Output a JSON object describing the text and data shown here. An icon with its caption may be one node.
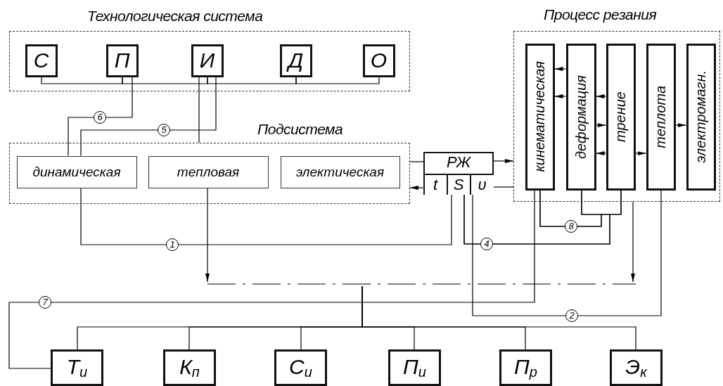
{
  "diagram": {
    "nodes": [
      {
        "text": [
          "Технологическая система"
        ]
      },
      {
        "text": [
          "С"
        ],
        "in": 0
      },
      {
        "text": [
          "П"
        ],
        "in": 0
      },
      {
        "text": [
          "И"
        ],
        "in": 0
      },
      {
        "text": [
          "Д"
        ],
        "in": 0
      },
      {
        "text": [
          "О"
        ],
        "in": 0
      },
      {
        "text": [
          "Подсистема"
        ]
      },
      {
        "text": [
          "динамическая"
        ],
        "in": 6
      },
      {
        "text": [
          "тепловая"
        ],
        "in": 6
      },
      {
        "text": [
          "электическая"
        ],
        "in": 6
      },
      {
        "text": [
          "Процесс резания"
        ]
      },
      {
        "text": [
          "кинематическая"
        ],
        "in": 10
      },
      {
        "text": [
          "деформация"
        ],
        "in": 10
      },
      {
        "text": [
          "трение"
        ],
        "in": 10
      },
      {
        "text": [
          "теплота"
        ],
        "in": 10
      },
      {
        "text": [
          "электромагн."
        ],
        "in": 10
      },
      {
        "text": [
          "РЖ"
        ]
      },
      {
        "text": [
          "t"
        ],
        "in": 16
      },
      {
        "text": [
          "S"
        ],
        "in": 16
      },
      {
        "text": [
          "υ"
        ],
        "in": 16
      },
      {
        "text": [],
        "shape": "bar"
      },
      {
        "text": [
          "Т$_{и}$"
        ]
      },
      {
        "text": [
          "К$_{п}$"
        ]
      },
      {
        "text": [
          "С$_{и}$"
        ]
      },
      {
        "text": [
          "П$_{и}$"
        ]
      },
      {
        "text": [
          "П$_{р}$"
        ]
      },
      {
        "text": [
          "Э$_{к}$"
        ]
      }
    ],
    "edges": [
      {
        "from": 1,
        "to": 2,
        "arrow": "none"
      },
      {
        "from": 2,
        "to": 3,
        "arrow": "none"
      },
      {
        "from": 3,
        "to": 4,
        "arrow": "none"
      },
      {
        "from": 4,
        "to": 5,
        "arrow": "none"
      },
      {
        "from": 2,
        "to": 7,
        "arrow": "none",
        "label": "6"
      },
      {
        "from": 3,
        "to": 7,
        "arrow": "none",
        "label": "5"
      },
      {
        "from": 3,
        "to": 6,
        "arrow": "none"
      },
      {
        "from": 7,
        "to": 18,
        "arrow": "none",
        "label": "1"
      },
      {
        "from": 8,
        "to": 20,
        "arrow": "to"
      },
      {
        "from": 6,
        "to": 16,
        "arrow": "none"
      },
      {
        "from": 16,
        "to": 10,
        "arrow": "to"
      },
      {
        "from": 17,
        "to": 6,
        "arrow": "to"
      },
      {
        "from": 19,
        "to": 10,
        "arrow": "none"
      },
      {
        "from": 18,
        "to": 12,
        "arrow": "none",
        "label": "4"
      },
      {
        "from": 18,
        "to": 13,
        "arrow": "none"
      },
      {
        "from": 11,
        "to": 12,
        "arrow": "none",
        "label": "8"
      },
      {
        "from": 11,
        "to": 13,
        "arrow": "none"
      },
      {
        "from": 19,
        "to": 14,
        "arrow": "none",
        "label": "2"
      },
      {
        "from": 11,
        "to": 21,
        "arrow": "none",
        "label": "7"
      },
      {
        "from": 10,
        "to": 20,
        "arrow": "to"
      },
      {
        "from": 20,
        "to": 21,
        "arrow": "none"
      },
      {
        "from": 20,
        "to": 22,
        "arrow": "none"
      },
      {
        "from": 20,
        "to": 23,
        "arrow": "none"
      },
      {
        "from": 20,
        "to": 24,
        "arrow": "none"
      },
      {
        "from": 20,
        "to": 25,
        "arrow": "none"
      },
      {
        "from": 20,
        "to": 26,
        "arrow": "none"
      },
      {
        "from": 12,
        "to": 11,
        "arrow": "to"
      },
      {
        "from": 12,
        "to": 11,
        "arrow": "to"
      },
      {
        "from": 13,
        "to": 12,
        "arrow": "to"
      },
      {
        "from": 12,
        "to": 13,
        "arrow": "to"
      },
      {
        "from": 13,
        "to": 12,
        "arrow": "to"
      },
      {
        "from": 13,
        "to": 14,
        "arrow": "to"
      },
      {
        "from": 14,
        "to": 15,
        "arrow": "to"
      }
    ]
  }
}
